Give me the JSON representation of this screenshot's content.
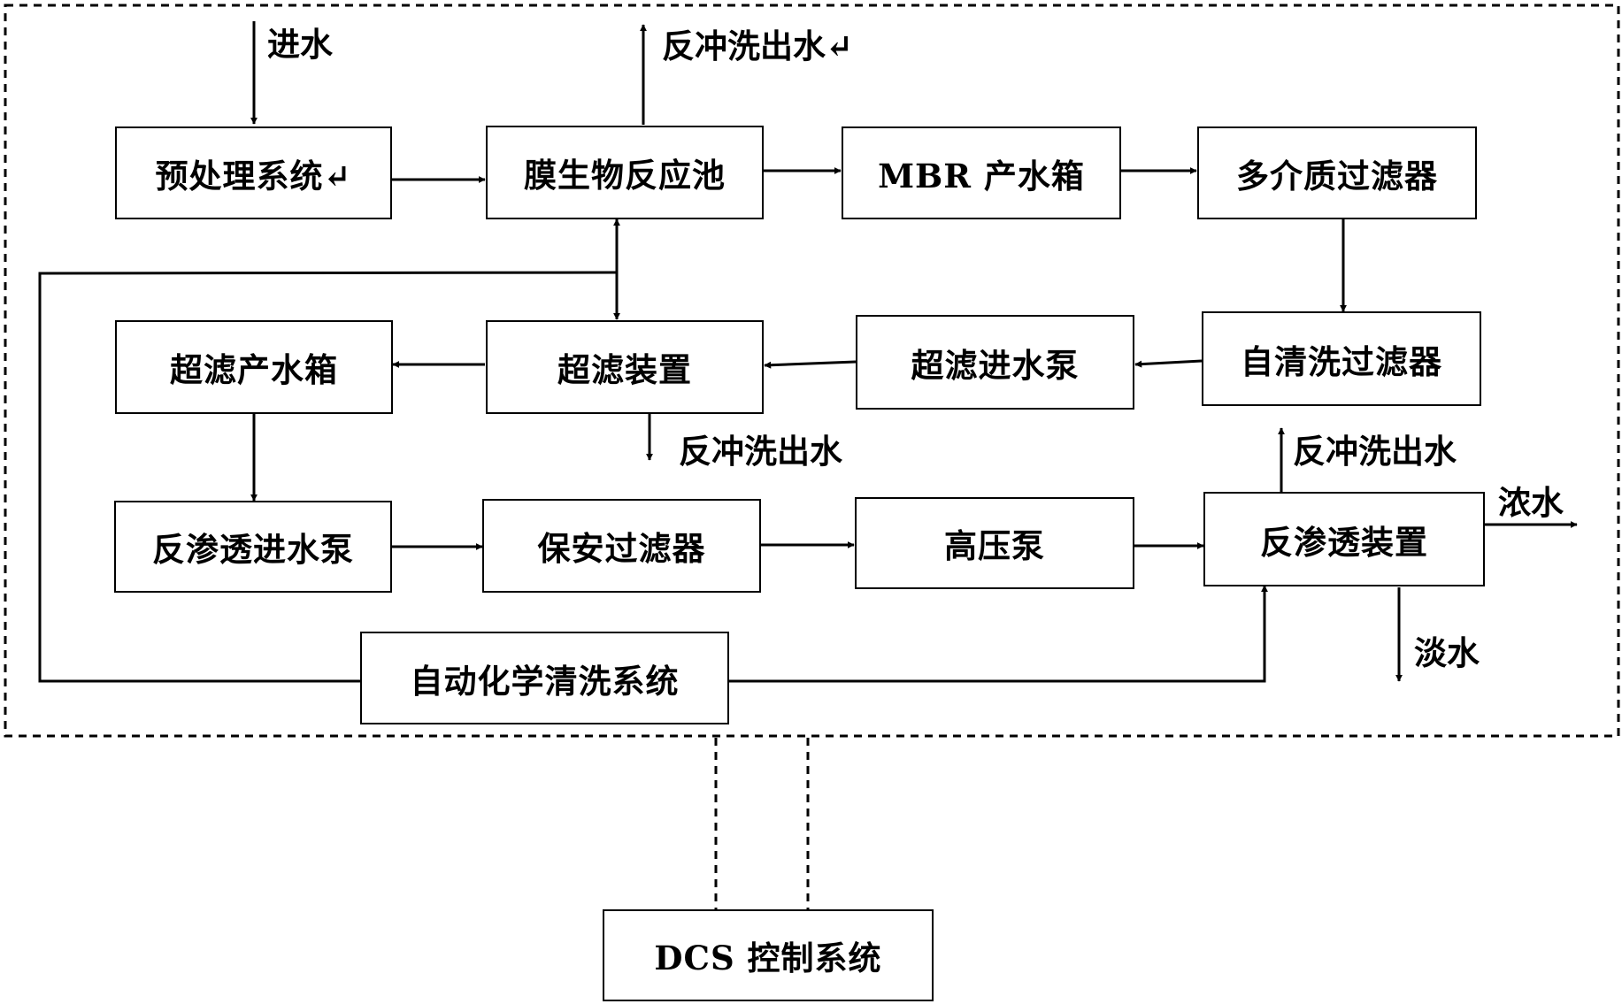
{
  "diagram": {
    "boxes": {
      "pretreatment": "预处理系统↵",
      "mbr_tank": "膜生物反应池",
      "mbr_product_tank": "MBR 产水箱",
      "multimedia_filter": "多介质过滤器",
      "uf_product_tank": "超滤产水箱",
      "uf_unit": "超滤装置",
      "uf_feed_pump": "超滤进水泵",
      "self_cleaning_filter": "自清洗过滤器",
      "ro_feed_pump": "反渗透进水泵",
      "security_filter": "保安过滤器",
      "high_pressure_pump": "高压泵",
      "ro_unit": "反渗透装置",
      "auto_chemical_cleaning": "自动化学清洗系统",
      "dcs_control": "DCS 控制系统"
    },
    "labels": {
      "inlet_water": "进水",
      "backwash_out_top": "反冲洗出水↵",
      "backwash_out_uf": "反冲洗出水",
      "backwash_out_ro": "反冲洗出水",
      "concentrate": "浓水",
      "fresh_water": "淡水"
    },
    "colors": {
      "line": "#000000",
      "box_border": "#000000",
      "background": "#ffffff"
    }
  }
}
